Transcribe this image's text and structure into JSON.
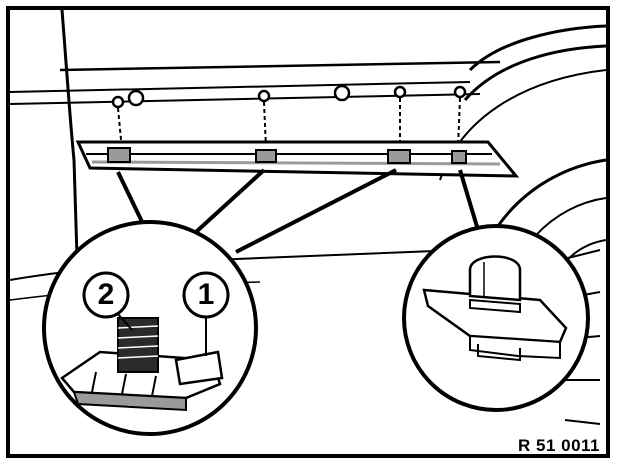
{
  "callouts": [
    {
      "id": "2",
      "label": "2"
    },
    {
      "id": "1",
      "label": "1"
    }
  ],
  "reference_code": "R 51 0011",
  "colors": {
    "ink": "#000000",
    "paper": "#ffffff",
    "shade": "#9a9a9a"
  }
}
